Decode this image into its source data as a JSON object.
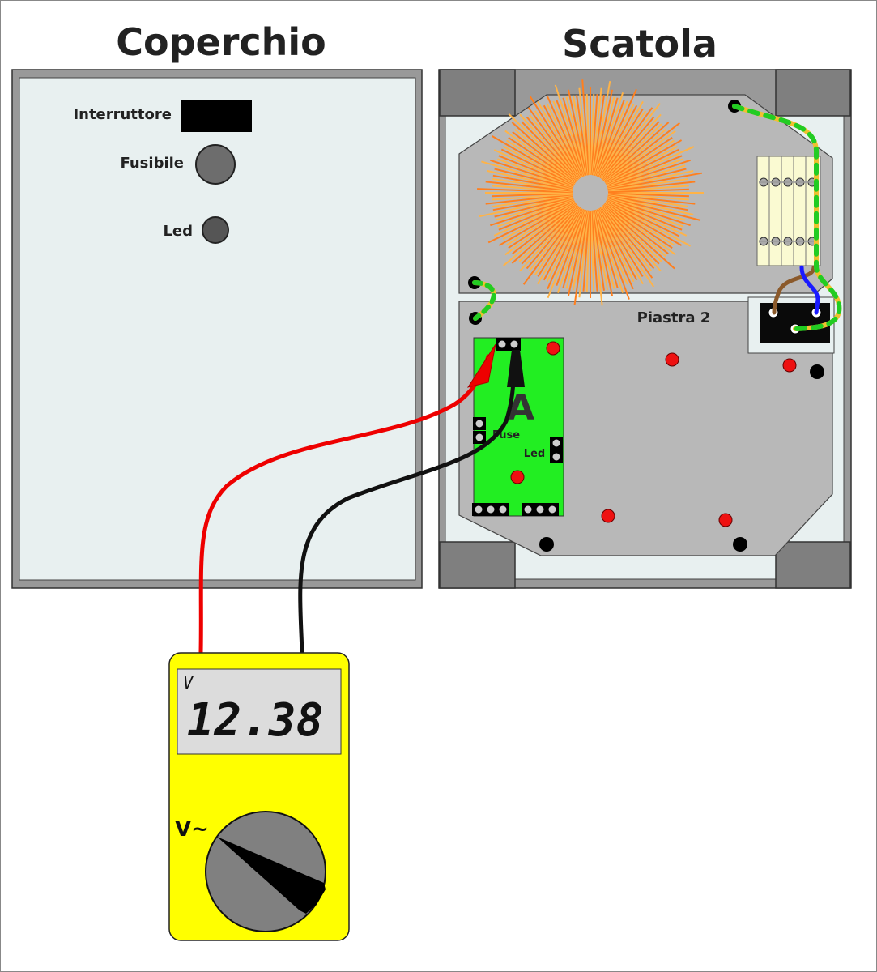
{
  "lid": {
    "title": "Coperchio",
    "switch_label": "Interruttore",
    "fuse_label": "Fusibile",
    "led_label": "Led"
  },
  "box": {
    "title": "Scatola",
    "plate_label": "Piastra 2",
    "board_label": "A",
    "fuse_label": "Fuse",
    "led_label": "Led"
  },
  "multimeter": {
    "mode_unit": "V",
    "reading": "12.38",
    "selector_label": "V~"
  },
  "colors": {
    "lid_panel": "#e8f0f0",
    "plate": "#b8b8b8",
    "toroid": "#ff7f1e",
    "pcb": "#22ee22",
    "probe_red": "#ee0000",
    "probe_black": "#111111",
    "meter_body": "#ffff00",
    "lcd": "#dcdcdc",
    "test_point": "#ee1111",
    "earth_wire": "#f0c030",
    "brown_wire": "#8b5a2b",
    "blue_wire": "#1a1aff"
  },
  "icons": [
    "toroidal-transformer-icon",
    "terminal-block-icon",
    "rotary-selector-icon"
  ]
}
